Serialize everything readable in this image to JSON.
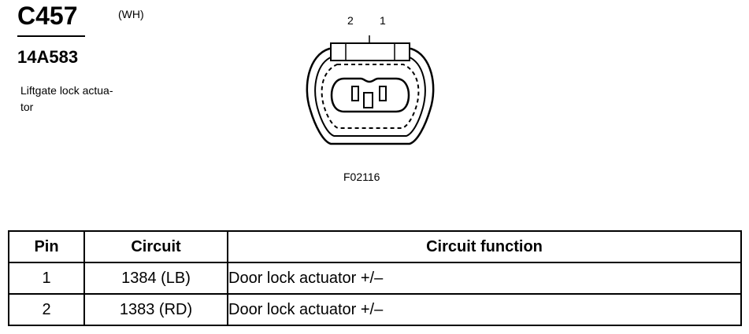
{
  "connector": {
    "id": "C457",
    "color": "(WH)",
    "part_number": "14A583",
    "description": "Liftgate lock actua-tor",
    "description_lines": [
      "Liftgate lock actua-",
      "tor"
    ],
    "pin_labels": [
      "2",
      "1"
    ],
    "figure_id": "F02116"
  },
  "table": {
    "headers": [
      "Pin",
      "Circuit",
      "Circuit function"
    ],
    "rows": [
      {
        "pin": "1",
        "circuit": "1384 (LB)",
        "function": "Door lock actuator +/–"
      },
      {
        "pin": "2",
        "circuit": "1383 (RD)",
        "function": "Door lock actuator +/–"
      }
    ]
  }
}
